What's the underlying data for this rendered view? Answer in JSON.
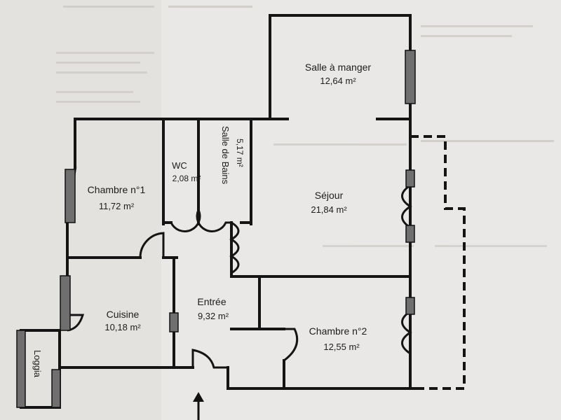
{
  "plan": {
    "rooms": [
      {
        "id": "salle-a-manger",
        "name": "Salle à manger",
        "area": "12,64  m²"
      },
      {
        "id": "chambre-1",
        "name": "Chambre n°1",
        "area": "11,72  m²"
      },
      {
        "id": "wc",
        "name": "WC",
        "area": "2,08  m²"
      },
      {
        "id": "salle-de-bains",
        "name": "Salle de Bains",
        "area": "5,17  m²"
      },
      {
        "id": "sejour",
        "name": "Séjour",
        "area": "21,84  m²"
      },
      {
        "id": "cuisine",
        "name": "Cuisine",
        "area": "10,18  m²"
      },
      {
        "id": "entree",
        "name": "Entrée",
        "area": "9,32  m²"
      },
      {
        "id": "chambre-2",
        "name": "Chambre n°2",
        "area": "12,55  m²"
      },
      {
        "id": "loggia",
        "name": "Loggia",
        "area": ""
      }
    ]
  },
  "colors": {
    "wall": "#141414",
    "window": "#6f6f6f",
    "paper": "#e9e8e6"
  }
}
